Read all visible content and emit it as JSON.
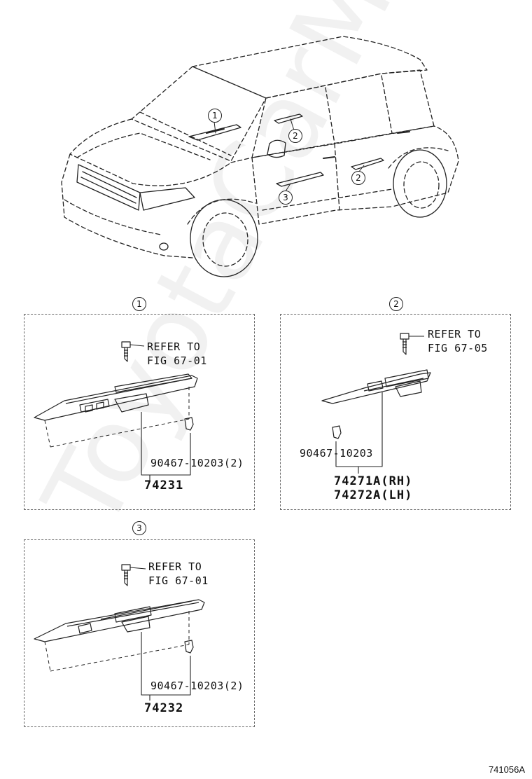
{
  "watermark": "ToyotaCarMiner.ru",
  "figure_code": "741056A",
  "car_callouts": [
    "1",
    "2",
    "2",
    "3"
  ],
  "sections": [
    {
      "callout": "1",
      "refer_line1": "REFER TO",
      "refer_line2": "FIG 67-01",
      "clip_part": "90467-10203(2)",
      "parts": [
        "74231"
      ]
    },
    {
      "callout": "2",
      "refer_line1": "REFER TO",
      "refer_line2": "FIG 67-05",
      "clip_part": "90467-10203",
      "parts": [
        "74271A(RH)",
        "74272A(LH)"
      ]
    },
    {
      "callout": "3",
      "refer_line1": "REFER TO",
      "refer_line2": "FIG 67-01",
      "clip_part": "90467-10203(2)",
      "parts": [
        "74232"
      ]
    }
  ]
}
